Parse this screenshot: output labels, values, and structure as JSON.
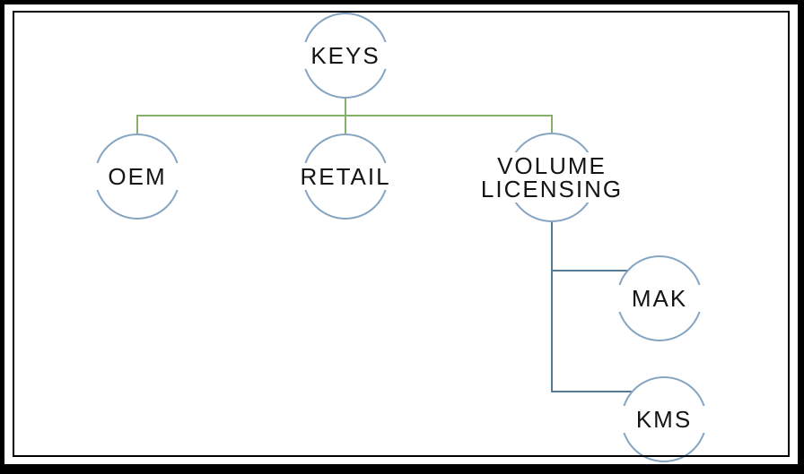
{
  "nodes": {
    "keys": {
      "label": "KEYS"
    },
    "oem": {
      "label": "OEM"
    },
    "retail": {
      "label": "RETAIL"
    },
    "volume_licensing": {
      "label": "VOLUME LICENSING"
    },
    "mak": {
      "label": "MAK"
    },
    "kms": {
      "label": "KMS"
    }
  },
  "edges": [
    {
      "from": "KEYS",
      "to": "OEM"
    },
    {
      "from": "KEYS",
      "to": "RETAIL"
    },
    {
      "from": "KEYS",
      "to": "VOLUME LICENSING"
    },
    {
      "from": "VOLUME LICENSING",
      "to": "MAK"
    },
    {
      "from": "VOLUME LICENSING",
      "to": "KMS"
    }
  ],
  "colors": {
    "keys-branch": "#86b168",
    "volume-branch": "#567b97",
    "node-stroke": "#85a5c2",
    "text": "#141414",
    "frame": "#000000",
    "background": "#ffffff"
  }
}
